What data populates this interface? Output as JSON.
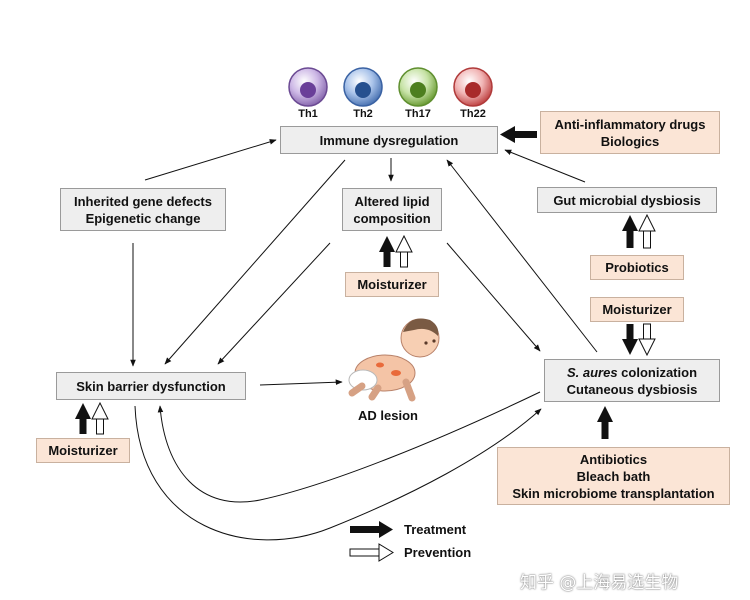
{
  "cells": [
    {
      "label": "Th1",
      "color": "#7a4fa3"
    },
    {
      "label": "Th2",
      "color": "#2f5fa6"
    },
    {
      "label": "Th17",
      "color": "#5f9a2e"
    },
    {
      "label": "Th22",
      "color": "#c0393b"
    }
  ],
  "boxes": {
    "immune": "Immune dysregulation",
    "anti_inflammatory_line1": "Anti-inflammatory drugs",
    "anti_inflammatory_line2": "Biologics",
    "inherited_line1": "Inherited gene defects",
    "inherited_line2": "Epigenetic change",
    "lipid_line1": "Altered lipid",
    "lipid_line2": "composition",
    "gut": "Gut microbial dysbiosis",
    "probiotics": "Probiotics",
    "moisturizer_lipid": "Moisturizer",
    "moisturizer_right": "Moisturizer",
    "barrier": "Skin barrier dysfunction",
    "moisturizer_left": "Moisturizer",
    "saureus_italic": "S. aures",
    "saureus_rest": " colonization",
    "cutaneous": "Cutaneous dysbiosis",
    "antibiotics_line1": "Antibiotics",
    "antibiotics_line2": "Bleach bath",
    "antibiotics_line3": "Skin microbiome transplantation"
  },
  "ad_lesion": "AD lesion",
  "legend": {
    "treatment": "Treatment",
    "prevention": "Prevention"
  },
  "watermark": "知乎 @上海易选生物"
}
